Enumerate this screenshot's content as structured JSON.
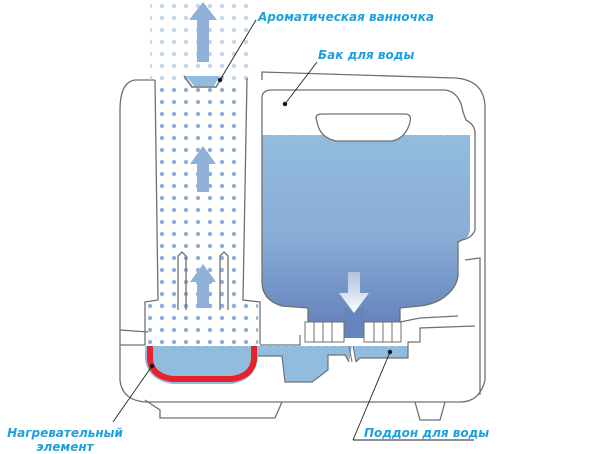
{
  "diagram": {
    "title": "Ultrasonic/steam humidifier cross-section",
    "labels": {
      "aroma_tray": "Ароматическая ванночка",
      "water_tank": "Бак для воды",
      "heating_element_line1": "Нагревательный",
      "heating_element_line2": "элемент",
      "water_tray": "Поддон для воды"
    },
    "colors": {
      "label_text": "#1ea0dc",
      "water": "#92bcde",
      "water_dark": "#6b8cc0",
      "steam_dots": "#8fb0d8",
      "arrows": "#8fb0d8",
      "heater": "#e8212a",
      "outline": "#707070"
    },
    "icons": [
      "up-arrow-icon",
      "down-arrow-icon"
    ]
  }
}
